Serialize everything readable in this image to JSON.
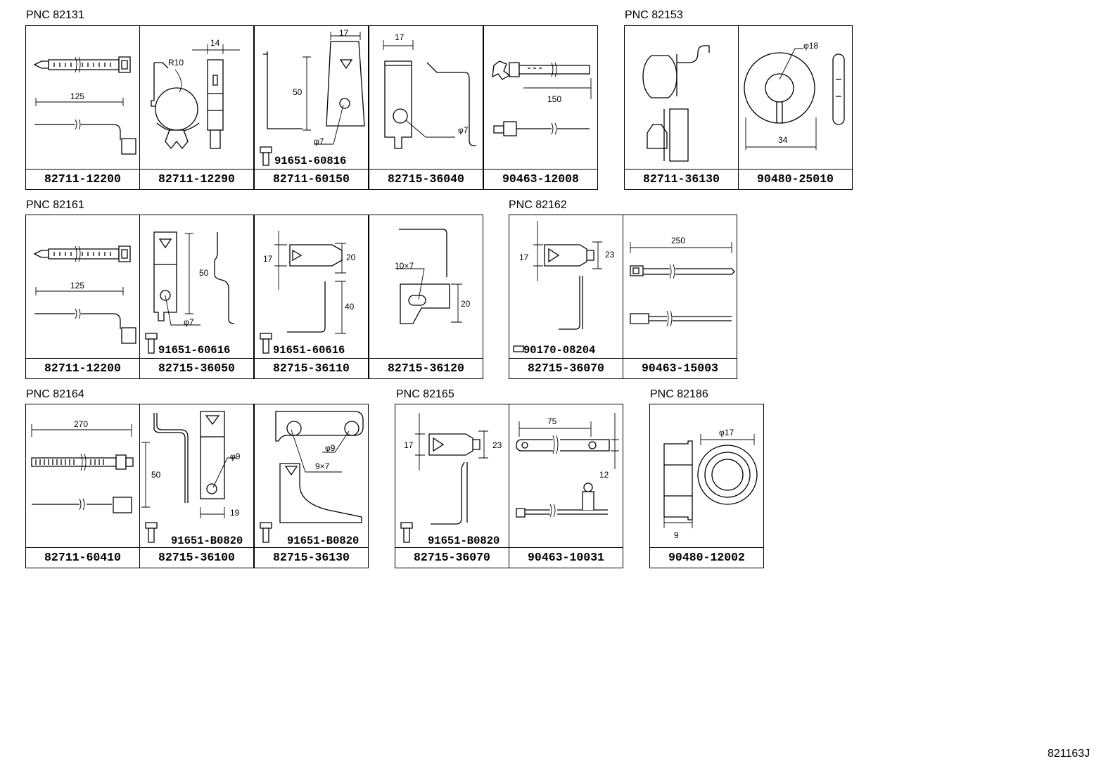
{
  "groups": [
    {
      "pnc": "PNC 82131",
      "parts": [
        "82711-12200",
        "82711-12290",
        "82711-60150",
        "82715-36040",
        "90463-12008"
      ]
    },
    {
      "pnc": "PNC 82153",
      "parts": [
        "82711-36130",
        "90480-25010"
      ]
    },
    {
      "pnc": "PNC 82161",
      "parts": [
        "82711-12200",
        "82715-36050",
        "82715-36110",
        "82715-36120"
      ]
    },
    {
      "pnc": "PNC 82162",
      "parts": [
        "82715-36070",
        "90463-15003"
      ]
    },
    {
      "pnc": "PNC 82164",
      "parts": [
        "82711-60410",
        "82715-36100",
        "82715-36130"
      ]
    },
    {
      "pnc": "PNC 82165",
      "parts": [
        "82715-36070",
        "90463-10031"
      ]
    },
    {
      "pnc": "PNC 82186",
      "parts": [
        "90480-12002"
      ]
    }
  ],
  "dimensions": {
    "g1_tie_len": "125",
    "g1_clip_r": "R10",
    "g1_clip_w": "14",
    "g1_br_w": "17",
    "g1_br_h": "50",
    "g1_br_hole": "φ7",
    "g1_bolt": "91651-60816",
    "g1_br2_w": "17",
    "g1_br2_hole": "φ7",
    "g1_band_len": "150",
    "g2_grom_d": "φ18",
    "g2_grom_w": "34",
    "g3_tie_len": "125",
    "g3_br_h": "50",
    "g3_br_hole": "φ7",
    "g3_bolt1": "91651-60616",
    "g3_br2_w1": "17",
    "g3_br2_w2": "20",
    "g3_br2_h": "40",
    "g3_bolt2": "91651-60616",
    "g3_br3_slot": "10×7",
    "g3_br3_w": "20",
    "g4_br_w1": "17",
    "g4_br_w2": "23",
    "g4_bolt": "90170-08204",
    "g4_tie_len": "250",
    "g5_tie_len": "270",
    "g5_br_h": "50",
    "g5_br_hole": "φ9",
    "g5_br_w": "19",
    "g5_bolt1": "91651-B0820",
    "g5_br2_hole": "φ9",
    "g5_br2_slot": "9×7",
    "g5_bolt2": "91651-B0820",
    "g6_br_w1": "17",
    "g6_br_w2": "23",
    "g6_bolt": "91651-B0820",
    "g6_band_len": "75",
    "g6_band_w": "12",
    "g7_grom_d": "φ17",
    "g7_grom_w": "9"
  },
  "illustration_id": "821163J"
}
